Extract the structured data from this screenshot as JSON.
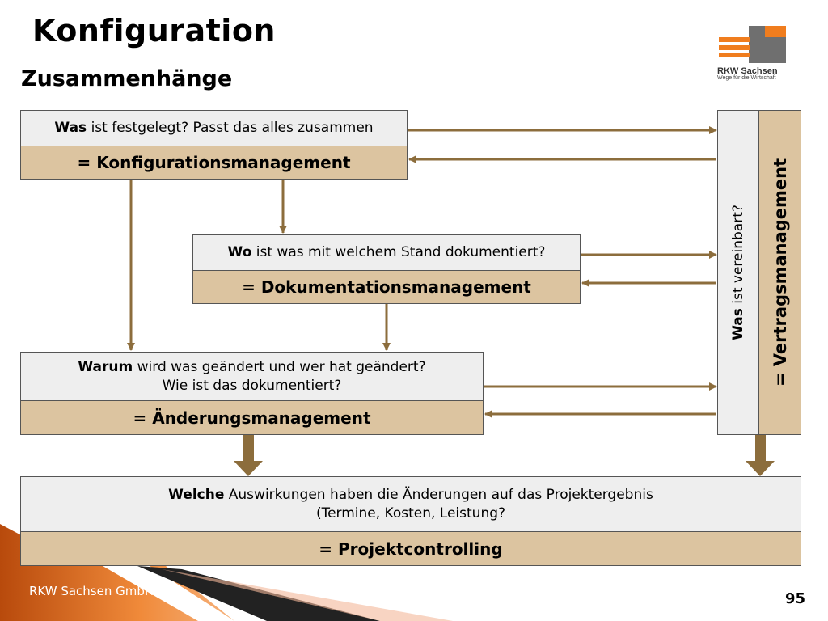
{
  "slide": {
    "title": "Konfiguration",
    "subtitle": "Zusammenhänge",
    "footer": "RKW Sachsen GmbH",
    "page_number": "95"
  },
  "logo": {
    "name": "RKW Sachsen",
    "tagline": "Wege für die Wirtschaft",
    "colors": {
      "orange": "#f07d1e",
      "gray": "#6f6f6f"
    }
  },
  "boxes": {
    "konfig": {
      "question_bold": "Was",
      "question_rest": " ist festgelegt? Passt das alles zusammen",
      "answer": "= Konfigurationsmanagement"
    },
    "doku": {
      "question_bold": "Wo",
      "question_rest": " ist was mit welchem Stand dokumentiert?",
      "answer": "= Dokumentationsmanagement"
    },
    "aenderung": {
      "question_bold": "Warum",
      "question_rest": " wird was geändert und wer hat geändert?",
      "question_line2": "Wie ist das dokumentiert?",
      "answer": "= Änderungsmanagement"
    },
    "controlling": {
      "question_bold": "Welche",
      "question_rest": " Auswirkungen haben die Änderungen auf das Projektergebnis",
      "question_line2": "(Termine, Kosten, Leistung?",
      "answer": "= Projektcontrolling"
    },
    "vertrag": {
      "question_bold": "Was",
      "question_rest": " ist vereinbart?",
      "answer": "= Vertragsmanagement"
    }
  },
  "colors": {
    "arrow": "#8c6d3c",
    "answer_fill": "#dcc4a0",
    "question_fill": "#eeeeee"
  }
}
